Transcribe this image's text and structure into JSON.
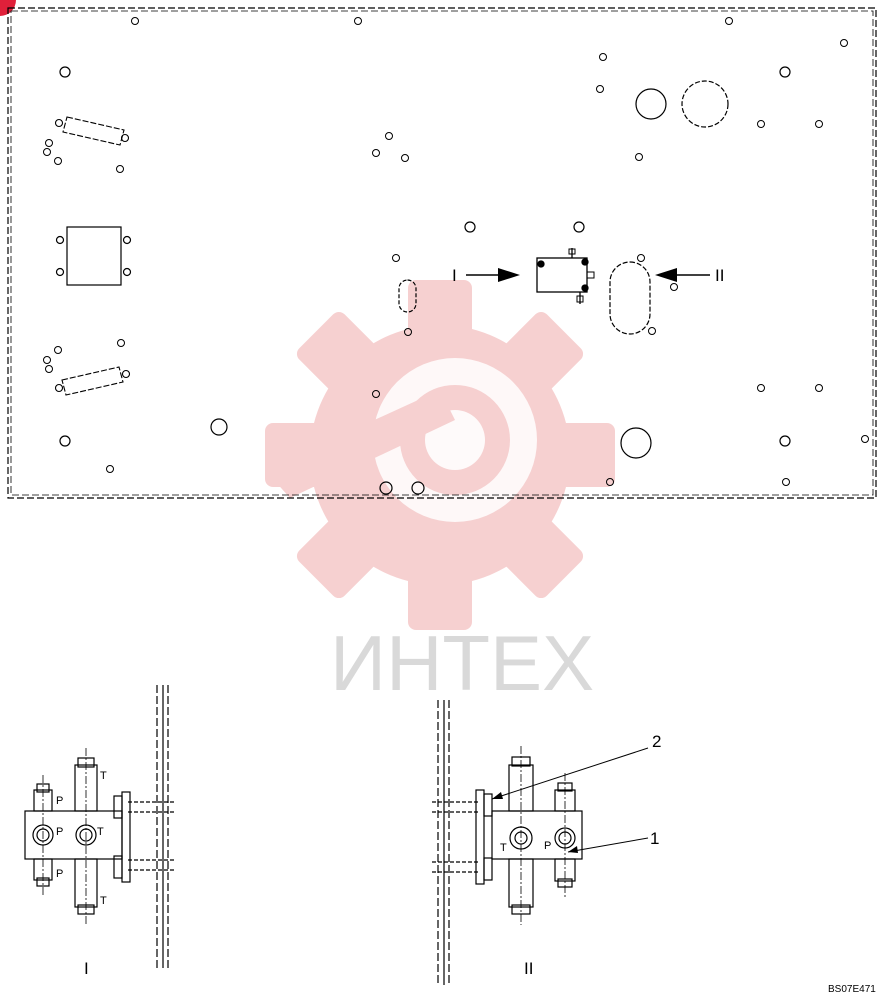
{
  "watermark": {
    "text": "ИНТЕХ",
    "gear_color": "#f6c9c9",
    "text_color": "#d9d9d9"
  },
  "overview": {
    "arrow_labels": {
      "left": "I",
      "right": "II"
    }
  },
  "detail_views": {
    "view_1": {
      "label": "I",
      "port_labels": {
        "p_top": "P",
        "p_mid": "P",
        "t_mid": "T",
        "p_bottom": "P",
        "t_top": "T",
        "t_bottom": "T"
      }
    },
    "view_2": {
      "label": "II",
      "port_labels": {
        "t": "T",
        "p": "P"
      },
      "callouts": {
        "one": "1",
        "two": "2"
      }
    }
  },
  "drawing_code": "BS07E471",
  "corner_marker_color": "#e0203a"
}
